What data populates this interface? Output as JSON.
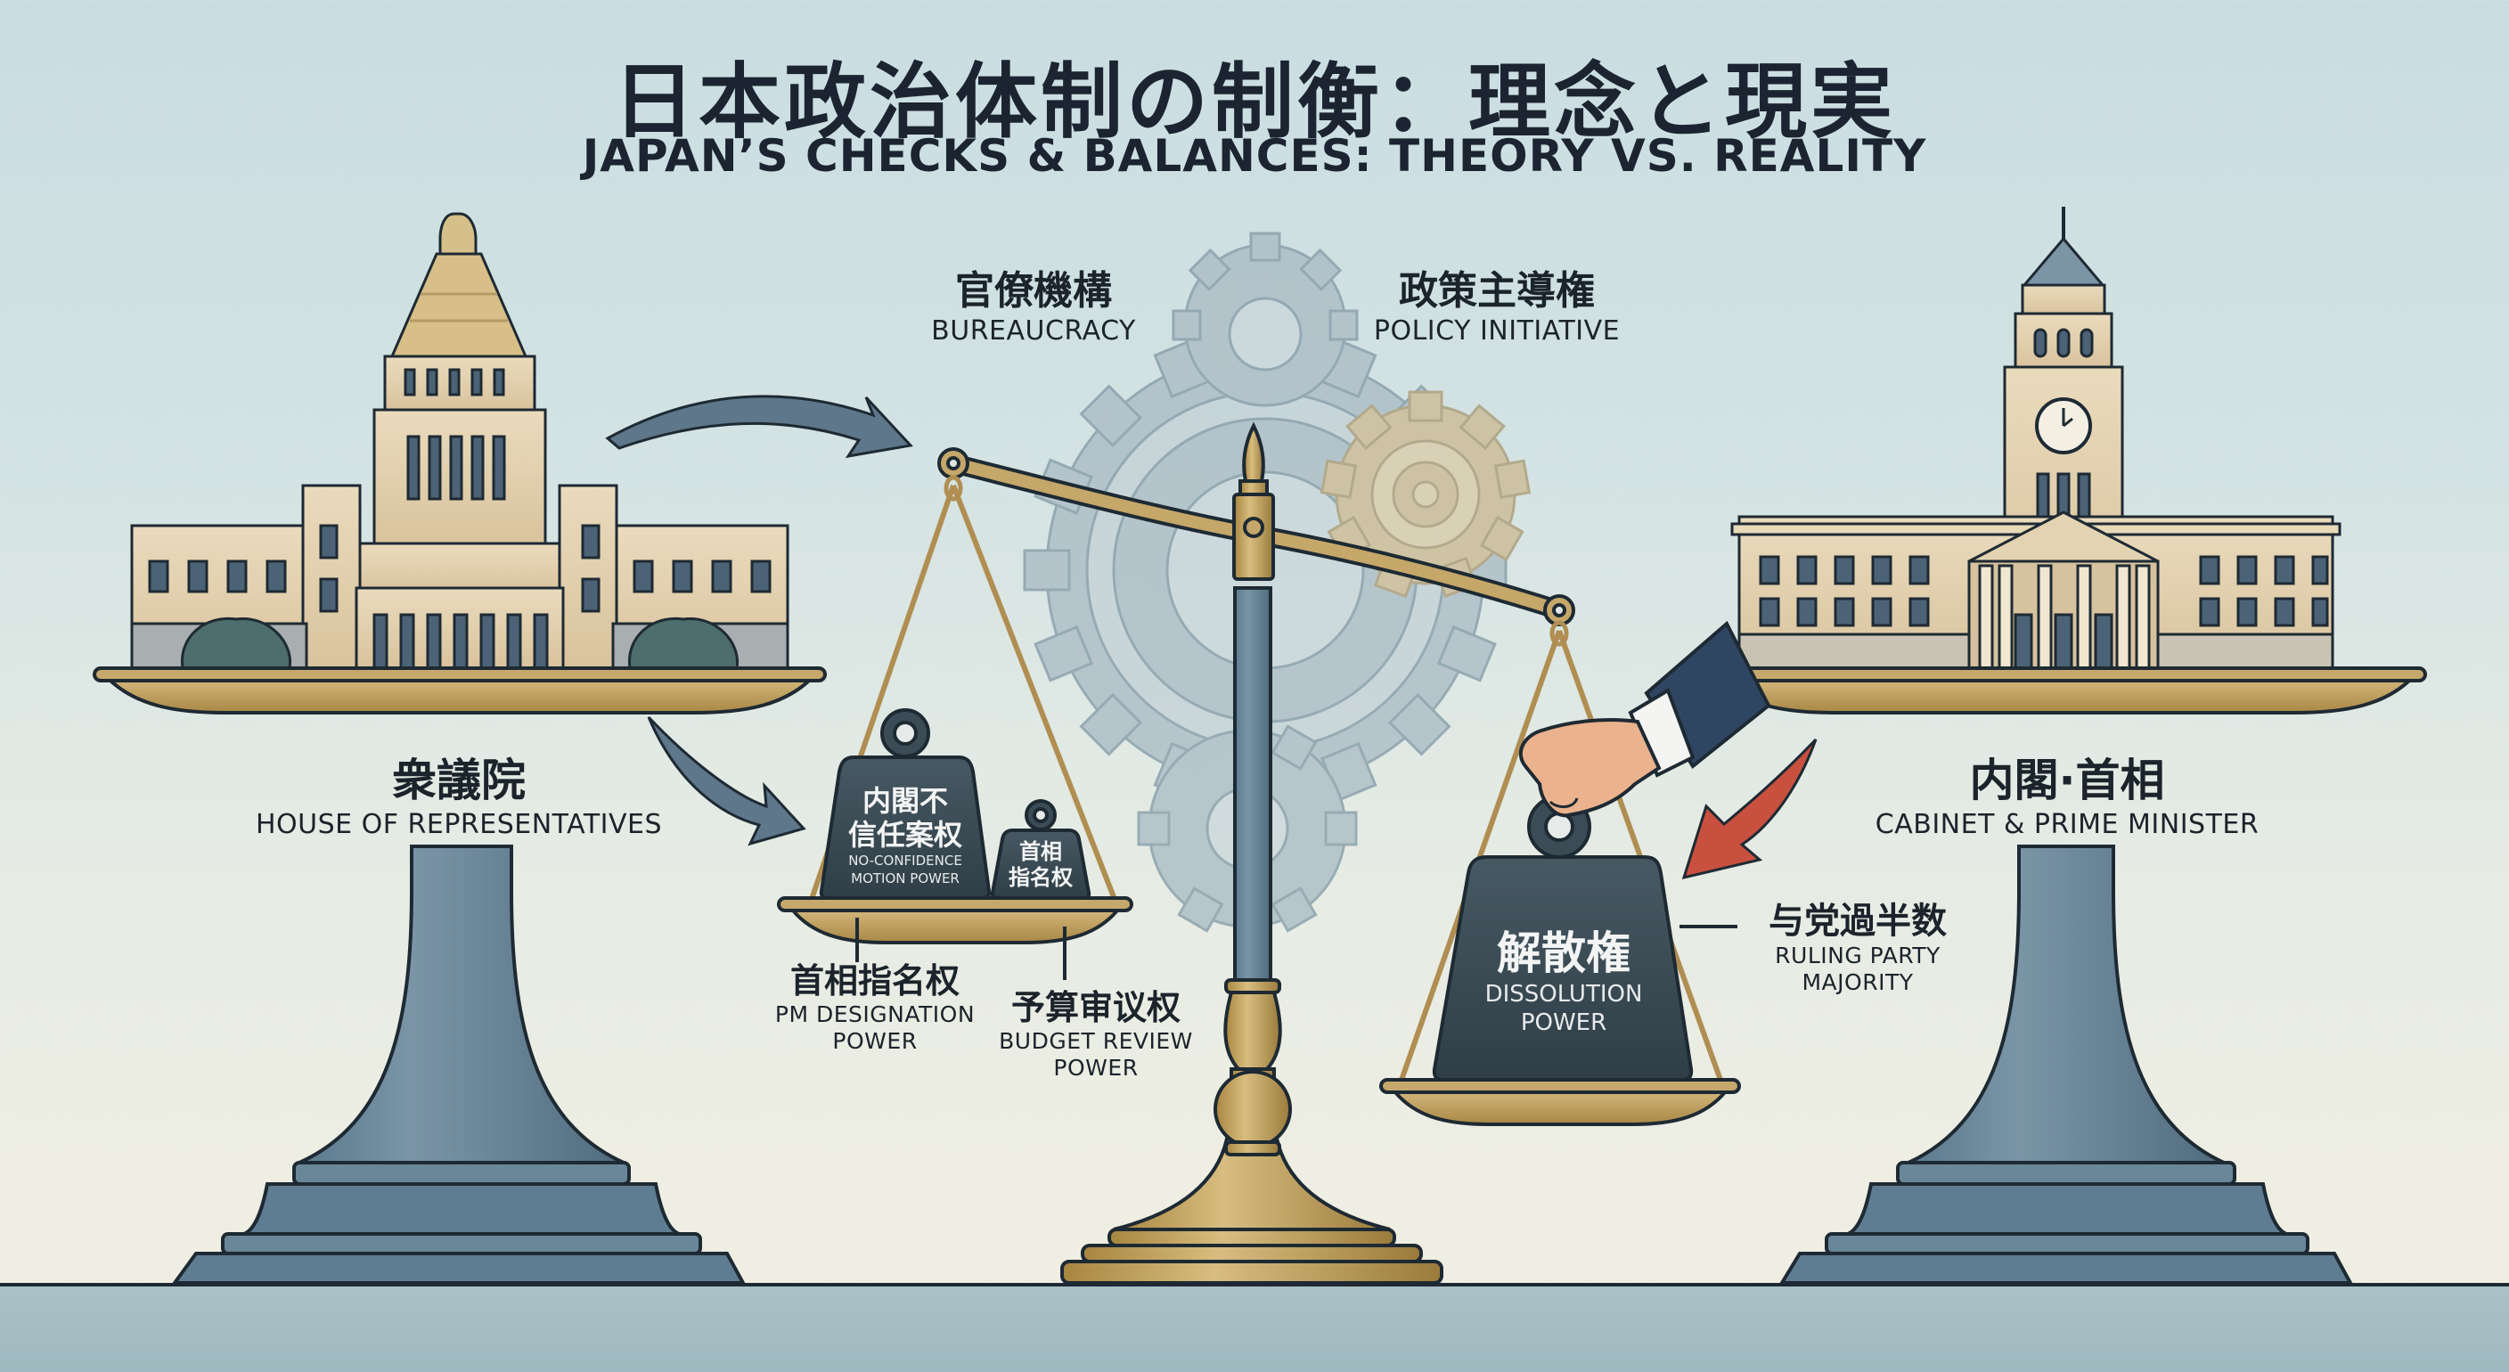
{
  "title": {
    "jp": "日本政治体制の制衡：理念と現実",
    "en": "JAPAN’S CHECKS & BALANCES: THEORY VS. REALITY"
  },
  "background_labels": {
    "bureaucracy": {
      "jp": "官僚機構",
      "en": "BUREAUCRACY"
    },
    "policy_initiative": {
      "jp": "政策主導権",
      "en": "POLICY INITIATIVE"
    }
  },
  "left_pillar": {
    "building": "national-diet-building",
    "jp": "衆議院",
    "en": "HOUSE OF REPRESENTATIVES"
  },
  "right_pillar": {
    "building": "clock-tower-government-building",
    "jp": "内閣·首相",
    "en": "CABINET & PRIME MINISTER"
  },
  "left_pan": {
    "weights": [
      {
        "jp_line1": "内閣不",
        "jp_line2": "信任案权",
        "en_line1": "NO-CONFIDENCE",
        "en_line2": "MOTION POWER"
      },
      {
        "jp_line1": "首相",
        "jp_line2": "指名权"
      }
    ],
    "callouts": [
      {
        "jp": "首相指名权",
        "en_line1": "PM DESIGNATION",
        "en_line2": "POWER"
      },
      {
        "jp": "予算审议权",
        "en_line1": "BUDGET REVIEW",
        "en_line2": "POWER"
      }
    ]
  },
  "right_pan": {
    "weight": {
      "jp": "解散権",
      "en_line1": "DISSOLUTION",
      "en_line2": "POWER"
    },
    "callout": {
      "jp": "与党過半数",
      "en_line1": "RULING PARTY",
      "en_line2": "MAJORITY"
    }
  },
  "colors": {
    "brass": "#b8975a",
    "brass_dark": "#8d6f3a",
    "steel_blue": "#5f7d92",
    "weight_dark": "#36464f",
    "stone": "#e2cfae",
    "window": "#4c6377",
    "arrow_blue": "#5e778a",
    "arrow_red": "#c9503f",
    "gear": "#9fb1bb",
    "gear_gold": "#c2ae86",
    "outline": "#1e2a33"
  }
}
